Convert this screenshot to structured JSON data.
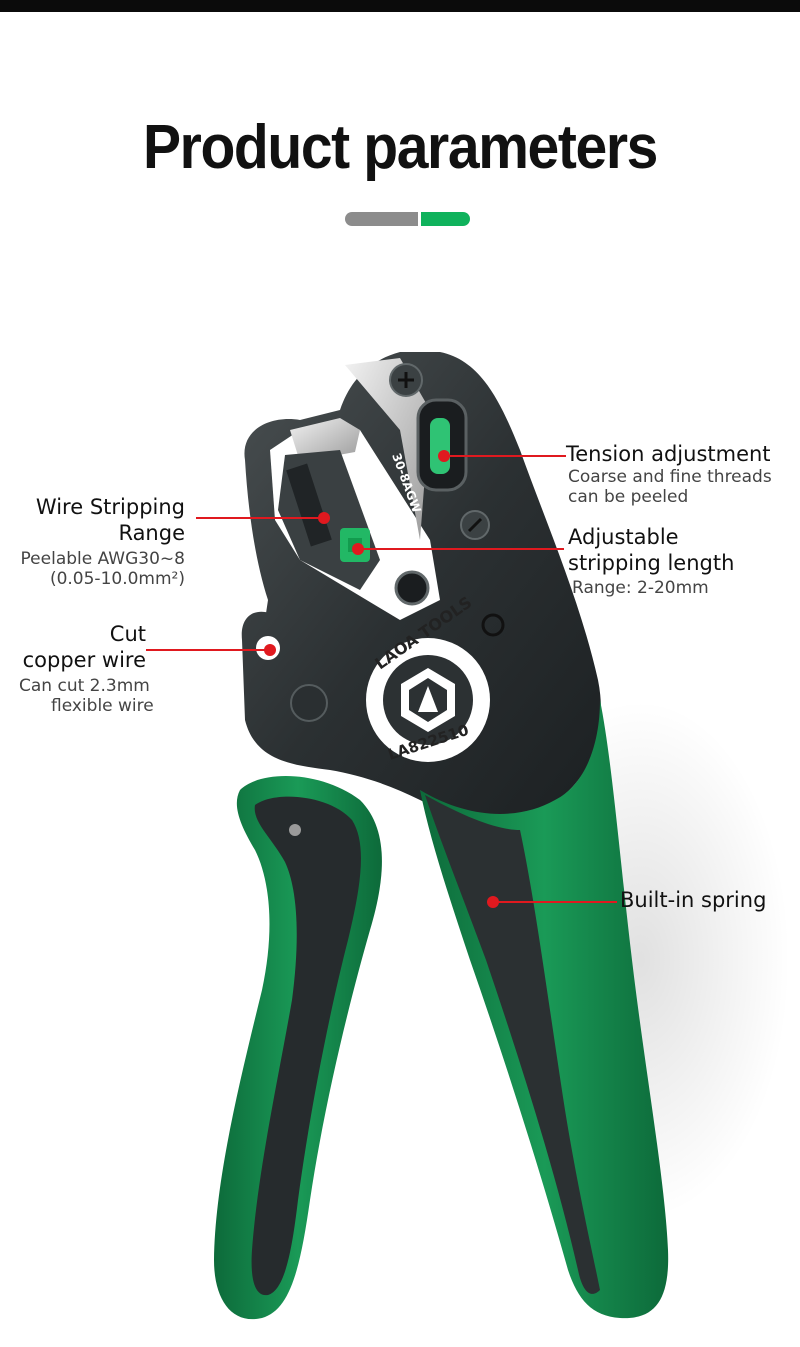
{
  "title": "Product parameters",
  "logo": {
    "brand": "LAOA TOOLS",
    "model": "LA822510",
    "scale_mark": "30-8AGW"
  },
  "callouts": {
    "tension": {
      "title": "Tension adjustment",
      "sub1": "Coarse and fine threads",
      "sub2": "can be peeled"
    },
    "range": {
      "title1": "Wire Stripping",
      "title2": "Range",
      "sub1": "Peelable AWG30~8",
      "sub2": "(0.05-10.0mm²)"
    },
    "length": {
      "title1": "Adjustable",
      "title2": "stripping length",
      "sub1": "Range: 2-20mm"
    },
    "cut": {
      "title1": "Cut",
      "title2": "copper wire",
      "sub1": "Can cut 2.3mm",
      "sub2": "flexible wire"
    },
    "spring": {
      "title": "Built-in spring"
    }
  },
  "colors": {
    "accent_green": "#0fb25c",
    "handle_green": "#14834a",
    "body_dark": "#2d3234",
    "leader_red": "#e0191f",
    "divider_gray": "#8c8c8c"
  }
}
